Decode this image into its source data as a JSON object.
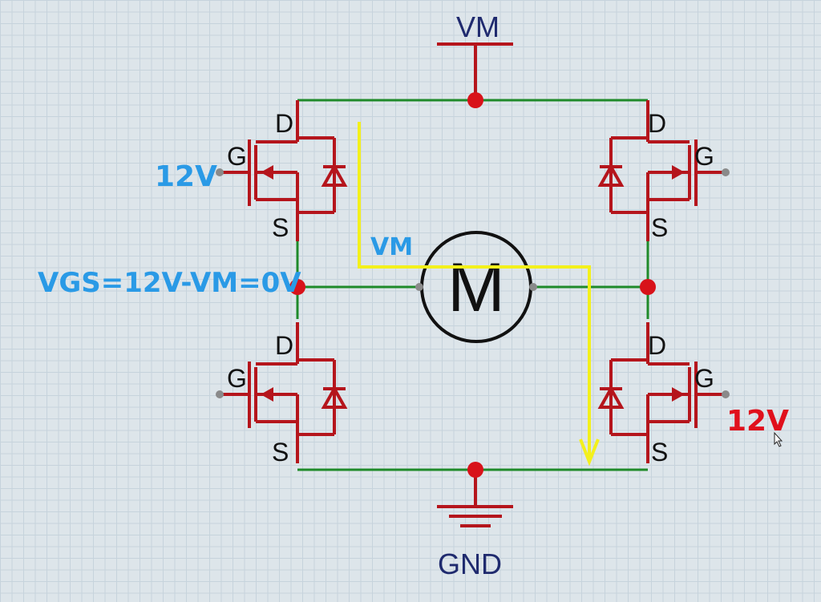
{
  "labels": {
    "vm_top": "VM",
    "gnd": "GND",
    "motor": "M",
    "gate_voltage_left": "12V",
    "gate_voltage_right": "12V",
    "vgs_equation": "VGS=12V-VM=0V",
    "current_path": "VM",
    "drain": "D",
    "gate": "G",
    "source": "S"
  },
  "colors": {
    "wire": "#1f8a2a",
    "component": "#b5151c",
    "node": "#d8121a",
    "current_path": "#f3f01c",
    "label_blue": "#2a9ae6",
    "label_red": "#e0101c",
    "net_label": "#1f2a6e"
  }
}
